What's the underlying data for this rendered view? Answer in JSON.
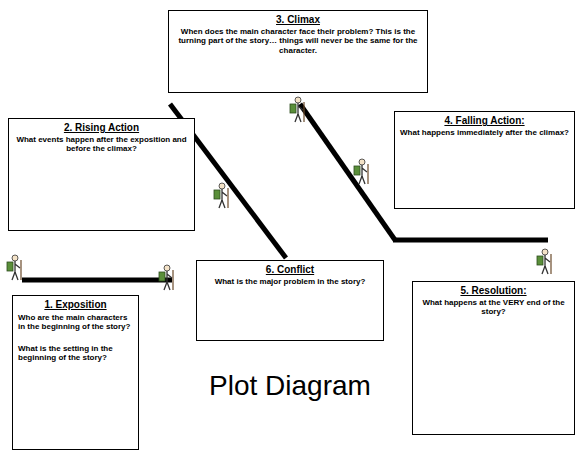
{
  "diagram": {
    "title": "Plot Diagram",
    "nodes": [
      {
        "text": [
          "1. Exposition",
          "Who are the main characters in the beginning of the story?",
          "What is the setting in the beginning of the story?"
        ]
      },
      {
        "text": [
          "2. Rising Action",
          "What events happen after the exposition and before the climax?"
        ]
      },
      {
        "text": [
          "3. Climax",
          "When does the main character face their problem? This is the turning part of the story… things will never be the same for the character."
        ]
      },
      {
        "text": [
          "4. Falling Action:",
          "What happens immediately after the climax?"
        ]
      },
      {
        "text": [
          "5. Resolution:",
          "What happens at the VERY end of the story?"
        ]
      },
      {
        "text": [
          "6.  Conflict",
          "What is the major problem in the story?"
        ]
      }
    ]
  }
}
